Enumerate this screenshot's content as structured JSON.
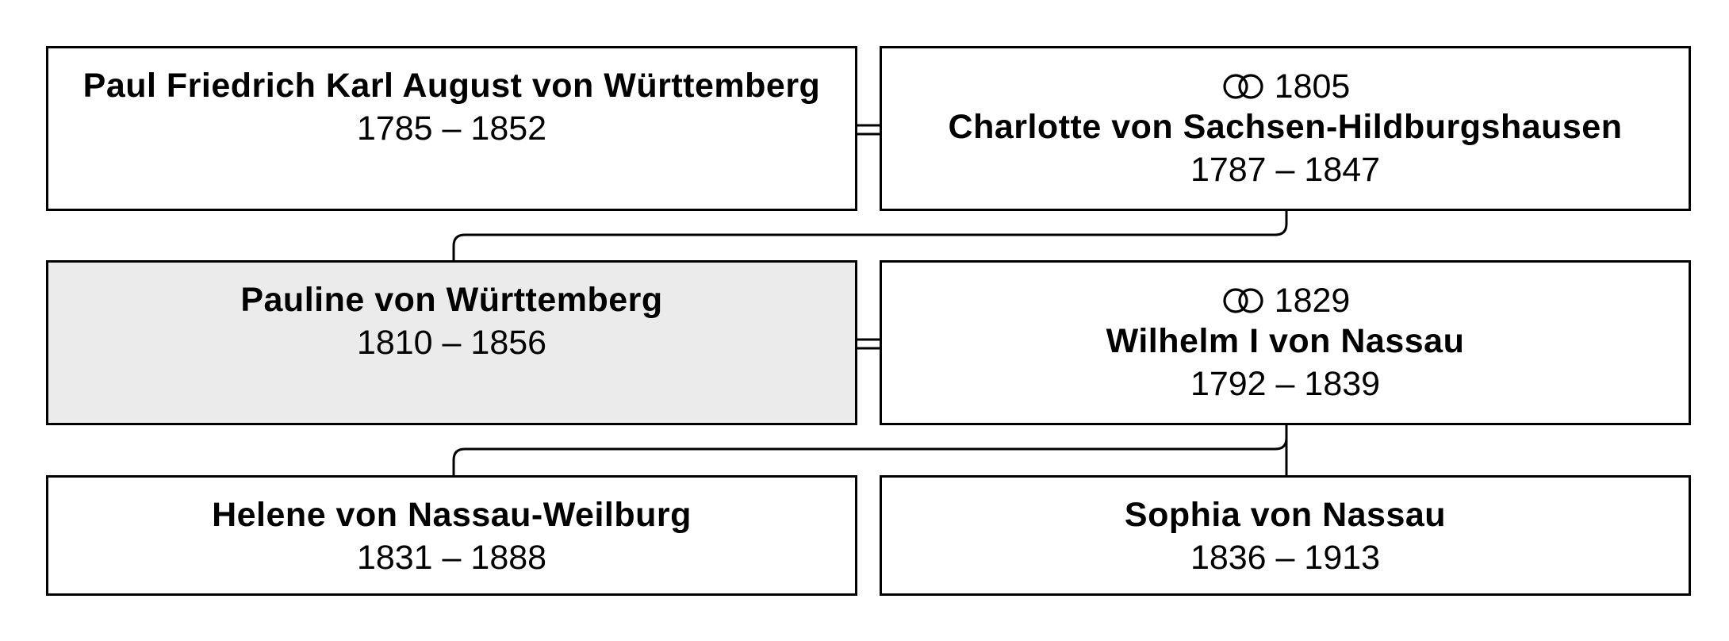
{
  "family_tree": {
    "generation_1": {
      "person": {
        "name": "Paul Friedrich Karl August von Württemberg",
        "dates": "1785 – 1852"
      },
      "spouse": {
        "marriage_year": "1805",
        "name": "Charlotte von Sachsen-Hildburgshausen",
        "dates": "1787 – 1847"
      }
    },
    "generation_2": {
      "person": {
        "name": "Pauline von Württemberg",
        "dates": "1810 – 1856"
      },
      "spouse": {
        "marriage_year": "1829",
        "name": "Wilhelm I von Nassau",
        "dates": "1792 – 1839"
      }
    },
    "children": [
      {
        "name": "Helene von Nassau-Weilburg",
        "dates": "1831 – 1888"
      },
      {
        "name": "Sophia von Nassau",
        "dates": "1836 – 1913"
      }
    ]
  },
  "colors": {
    "border": "#000000",
    "highlight_fill": "#ebebeb",
    "box_fill": "#ffffff"
  },
  "icons": {
    "marriage": "interlocking-rings-icon"
  }
}
